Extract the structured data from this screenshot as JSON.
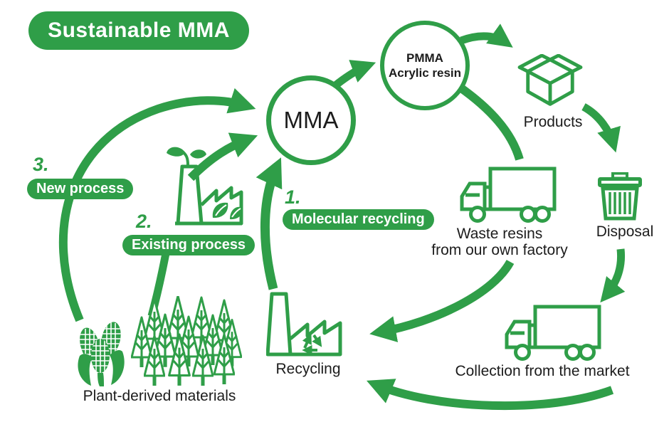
{
  "colors": {
    "green": "#2f9e48",
    "text": "#1c1c1c",
    "pill_text": "#ffffff",
    "background": "#ffffff"
  },
  "title": {
    "label": "Sustainable MMA"
  },
  "nodes": {
    "mma": {
      "label": "MMA"
    },
    "pmma": {
      "line1": "PMMA",
      "line2": "Acrylic resin"
    },
    "products": {
      "label": "Products"
    },
    "disposal": {
      "label": "Disposal"
    },
    "waste_resins": {
      "line1": "Waste resins",
      "line2": "from our own factory"
    },
    "collection": {
      "label": "Collection from the market"
    },
    "recycling": {
      "label": "Recycling"
    },
    "plant_materials": {
      "label": "Plant-derived materials"
    }
  },
  "processes": {
    "molecular_recycling": {
      "number": "1.",
      "label": "Molecular recycling"
    },
    "existing_process": {
      "number": "2.",
      "label": "Existing process"
    },
    "new_process": {
      "number": "3.",
      "label": "New process"
    }
  },
  "flows": [
    {
      "from": "MMA",
      "to": "PMMA Acrylic resin"
    },
    {
      "from": "PMMA Acrylic resin",
      "to": "Products"
    },
    {
      "from": "Products",
      "to": "Disposal"
    },
    {
      "from": "Disposal",
      "to": "Collection from the market"
    },
    {
      "from": "Collection from the market",
      "to": "Recycling"
    },
    {
      "from": "PMMA Acrylic resin",
      "to": "Waste resins from our own factory"
    },
    {
      "from": "Waste resins from our own factory",
      "to": "Recycling"
    },
    {
      "from": "Recycling",
      "to": "MMA",
      "process": "1. Molecular recycling"
    },
    {
      "from": "Plant-derived materials",
      "to": "Green factory",
      "process": "2. Existing process"
    },
    {
      "from": "Plant-derived materials",
      "to": "MMA",
      "process": "3. New process"
    }
  ],
  "icons": [
    "open-box-icon",
    "trash-can-icon",
    "truck-icon",
    "recycling-factory-icon",
    "green-factory-icon",
    "leaf-sprout-icon",
    "recycle-symbol-icon",
    "corn-icon",
    "forest-icon"
  ]
}
